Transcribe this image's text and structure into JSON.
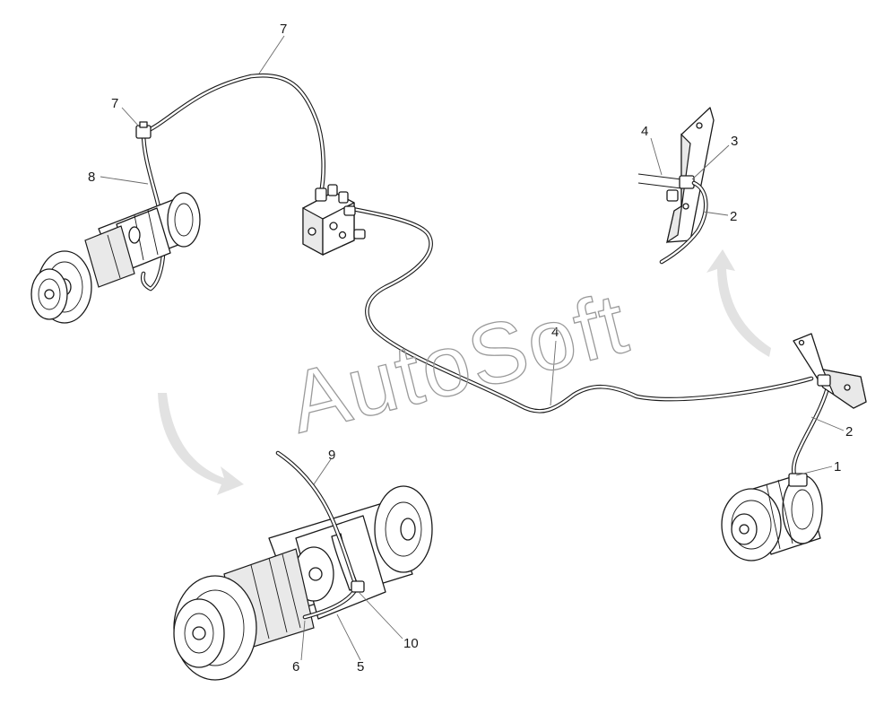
{
  "watermark": "AutoSoft",
  "callouts": [
    {
      "id": "c1",
      "label": "1"
    },
    {
      "id": "c2a",
      "label": "2"
    },
    {
      "id": "c2b",
      "label": "2"
    },
    {
      "id": "c3",
      "label": "3"
    },
    {
      "id": "c4a",
      "label": "4"
    },
    {
      "id": "c4b",
      "label": "4"
    },
    {
      "id": "c5",
      "label": "5"
    },
    {
      "id": "c6",
      "label": "6"
    },
    {
      "id": "c7a",
      "label": "7"
    },
    {
      "id": "c7b",
      "label": "7"
    },
    {
      "id": "c8",
      "label": "8"
    },
    {
      "id": "c9",
      "label": "9"
    },
    {
      "id": "c10",
      "label": "10"
    }
  ],
  "colors": {
    "line": "#1a1a1a",
    "arrow": "#e2e2e2",
    "watermark": "#9a9a9a"
  }
}
